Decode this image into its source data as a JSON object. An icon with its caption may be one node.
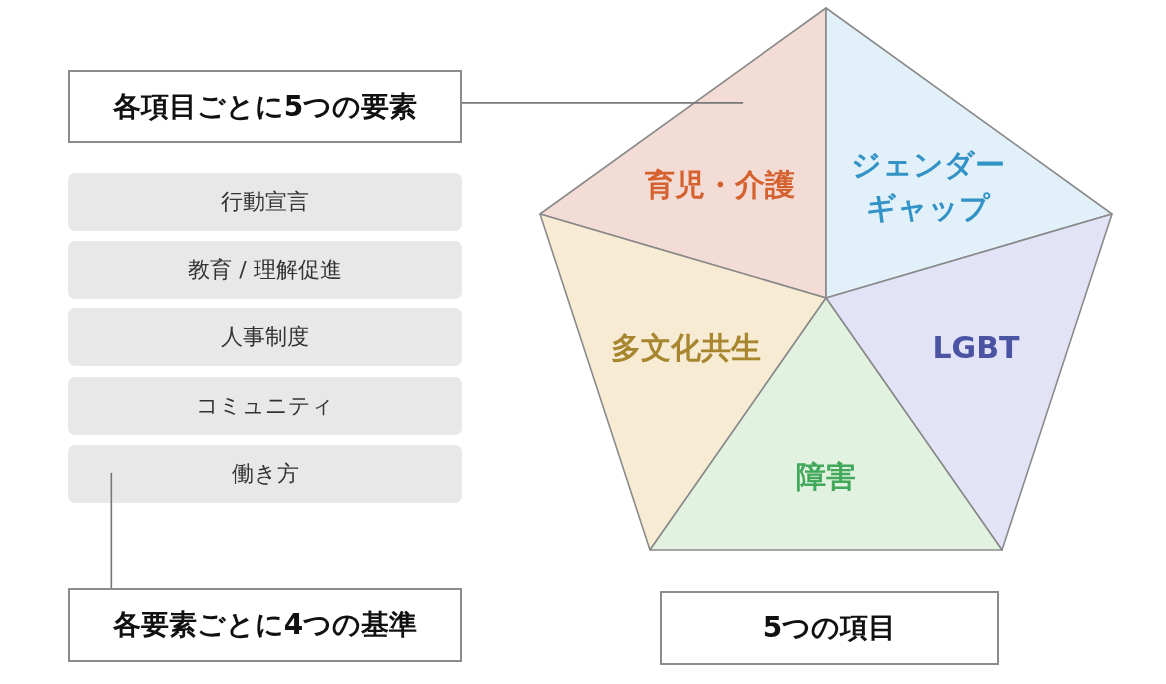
{
  "diagram": {
    "nodes": [
      {
        "text": [
          "各項目ごとに5つの要素"
        ]
      },
      {
        "text": [
          "行動宣言"
        ]
      },
      {
        "text": [
          "教育 / 理解促進"
        ]
      },
      {
        "text": [
          "人事制度"
        ]
      },
      {
        "text": [
          "コミュニティ"
        ]
      },
      {
        "text": [
          "働き方"
        ]
      },
      {
        "text": [
          "各要素ごとに4つの基準"
        ]
      },
      {
        "text": [
          "育児・介護"
        ]
      },
      {
        "text": [
          "ジェンダーギャップ"
        ]
      },
      {
        "text": [
          "多文化共生"
        ]
      },
      {
        "text": [
          "LGBT"
        ]
      },
      {
        "text": [
          "障害"
        ]
      },
      {
        "text": [
          "5つの項目"
        ]
      }
    ],
    "edges": [
      {
        "from": 0,
        "to": 7,
        "arrow": "none"
      },
      {
        "from": 6,
        "to": 5,
        "arrow": "none"
      }
    ]
  }
}
